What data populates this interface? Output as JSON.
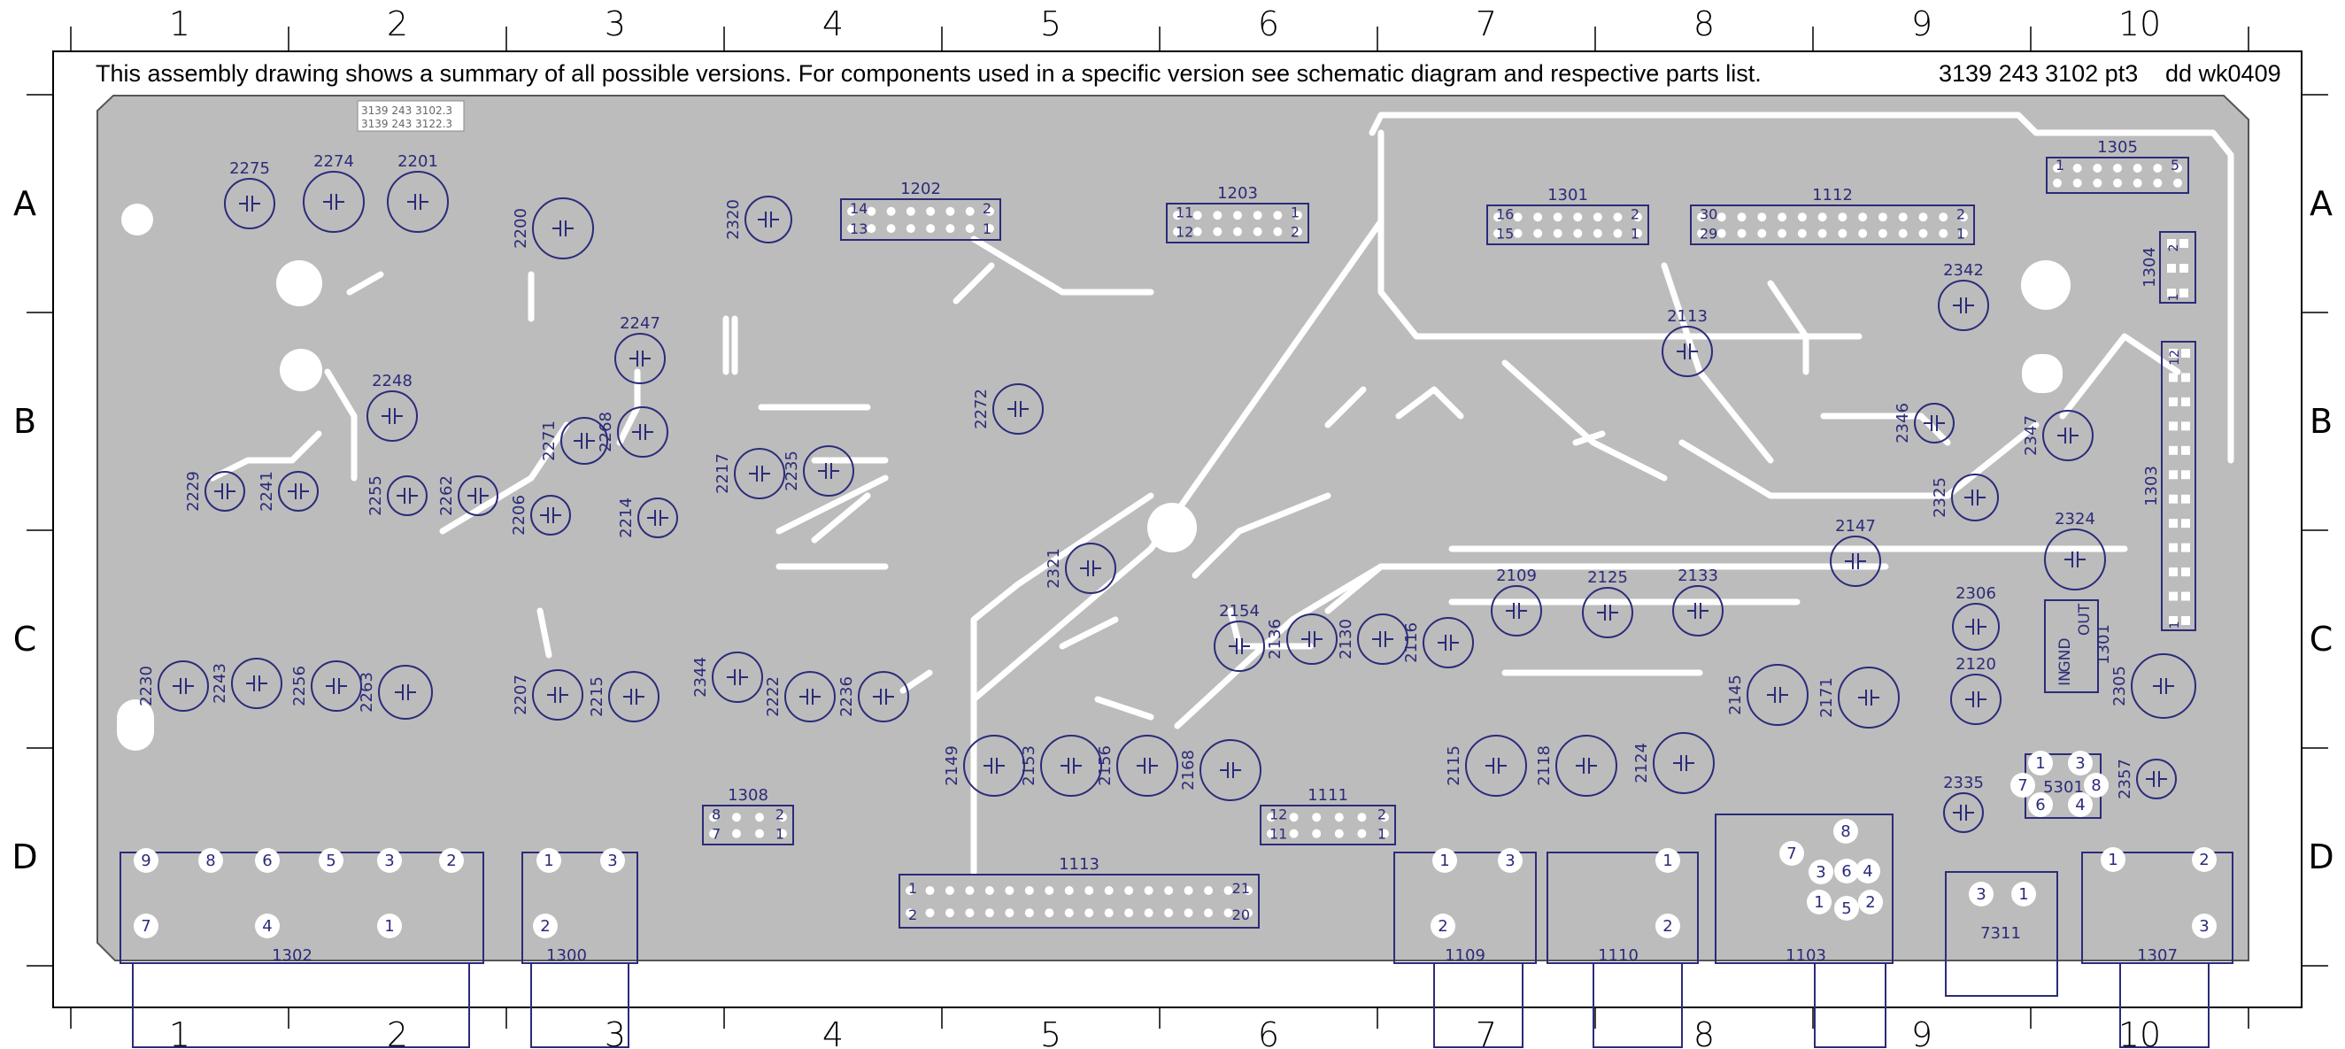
{
  "drawing": {
    "note": "This assembly drawing shows a summary of all possible versions. For components used in a specific version see schematic diagram and respective parts list.",
    "code": "3139 243 3102 pt3",
    "code2": "dd wk0409",
    "board_label_1": "3139 243 3102.3",
    "board_label_2": "3139 243 3122.3",
    "colors": {
      "board": "#bcbcbc",
      "component": "#2b2b7a",
      "trace": "#ffffff",
      "frame": "#000000"
    }
  },
  "grid": {
    "columns": [
      "1",
      "2",
      "3",
      "4",
      "5",
      "6",
      "7",
      "8",
      "9",
      "10"
    ],
    "rows": [
      "A",
      "B",
      "C",
      "D"
    ]
  },
  "capacitors": [
    {
      "ref": "2275"
    },
    {
      "ref": "2274"
    },
    {
      "ref": "2201"
    },
    {
      "ref": "2200"
    },
    {
      "ref": "2320"
    },
    {
      "ref": "2247"
    },
    {
      "ref": "2248"
    },
    {
      "ref": "2271"
    },
    {
      "ref": "2268"
    },
    {
      "ref": "2229"
    },
    {
      "ref": "2241"
    },
    {
      "ref": "2255"
    },
    {
      "ref": "2262"
    },
    {
      "ref": "2206"
    },
    {
      "ref": "2214"
    },
    {
      "ref": "2217"
    },
    {
      "ref": "2235"
    },
    {
      "ref": "2272"
    },
    {
      "ref": "2321"
    },
    {
      "ref": "2113"
    },
    {
      "ref": "2342"
    },
    {
      "ref": "2346"
    },
    {
      "ref": "2347"
    },
    {
      "ref": "2325"
    },
    {
      "ref": "2324"
    },
    {
      "ref": "2147"
    },
    {
      "ref": "2109"
    },
    {
      "ref": "2125"
    },
    {
      "ref": "2133"
    },
    {
      "ref": "2154"
    },
    {
      "ref": "2136"
    },
    {
      "ref": "2130"
    },
    {
      "ref": "2116"
    },
    {
      "ref": "2306"
    },
    {
      "ref": "2120"
    },
    {
      "ref": "2305"
    },
    {
      "ref": "2230"
    },
    {
      "ref": "2243"
    },
    {
      "ref": "2256"
    },
    {
      "ref": "2263"
    },
    {
      "ref": "2207"
    },
    {
      "ref": "2215"
    },
    {
      "ref": "2344"
    },
    {
      "ref": "2222"
    },
    {
      "ref": "2236"
    },
    {
      "ref": "2145"
    },
    {
      "ref": "2171"
    },
    {
      "ref": "2149"
    },
    {
      "ref": "2153"
    },
    {
      "ref": "2156"
    },
    {
      "ref": "2168"
    },
    {
      "ref": "2115"
    },
    {
      "ref": "2118"
    },
    {
      "ref": "2124"
    },
    {
      "ref": "2335"
    },
    {
      "ref": "2357"
    }
  ],
  "headers": [
    {
      "ref": "1202",
      "pin_a": "14",
      "pin_b": "2",
      "pin_c": "13",
      "pin_d": "1"
    },
    {
      "ref": "1203",
      "pin_a": "11",
      "pin_b": "1",
      "pin_c": "12",
      "pin_d": "2"
    },
    {
      "ref": "1301",
      "pin_a": "16",
      "pin_b": "2",
      "pin_c": "15",
      "pin_d": "1"
    },
    {
      "ref": "1112",
      "pin_a": "30",
      "pin_b": "2",
      "pin_c": "29",
      "pin_d": "1"
    },
    {
      "ref": "1305",
      "pin_a": "1",
      "pin_b": "5",
      "pin_c": "",
      "pin_d": ""
    },
    {
      "ref": "1304",
      "pin_a": "1",
      "pin_b": "2",
      "pin_c": "",
      "pin_d": ""
    },
    {
      "ref": "1303",
      "pin_a": "1",
      "pin_b": "12",
      "pin_c": "",
      "pin_d": ""
    },
    {
      "ref": "1308",
      "pin_a": "8",
      "pin_b": "2",
      "pin_c": "7",
      "pin_d": "1"
    },
    {
      "ref": "1111",
      "pin_a": "12",
      "pin_b": "2",
      "pin_c": "11",
      "pin_d": "1"
    },
    {
      "ref": "1113",
      "pin_a": "1",
      "pin_b": "21",
      "pin_c": "2",
      "pin_d": "20"
    }
  ],
  "connectors": [
    {
      "ref": "1302",
      "pins": [
        "9",
        "8",
        "6",
        "5",
        "3",
        "2",
        "7",
        "4",
        "1"
      ]
    },
    {
      "ref": "1300",
      "pins": [
        "1",
        "3",
        "2"
      ]
    },
    {
      "ref": "1109",
      "pins": [
        "1",
        "3",
        "2"
      ]
    },
    {
      "ref": "1110",
      "pins": [
        "1",
        "2"
      ]
    },
    {
      "ref": "1103",
      "pins": [
        "8",
        "7",
        "3",
        "6",
        "4",
        "1",
        "5",
        "2"
      ]
    },
    {
      "ref": "7311",
      "pins": [
        "3",
        "1"
      ]
    },
    {
      "ref": "1307",
      "pins": [
        "1",
        "2",
        "3"
      ]
    },
    {
      "ref": "5301",
      "pins": [
        "1",
        "3",
        "7",
        "8",
        "6",
        "4"
      ]
    },
    {
      "ref": "1301",
      "pins": [
        "GND",
        "IN",
        "OUT"
      ]
    }
  ]
}
